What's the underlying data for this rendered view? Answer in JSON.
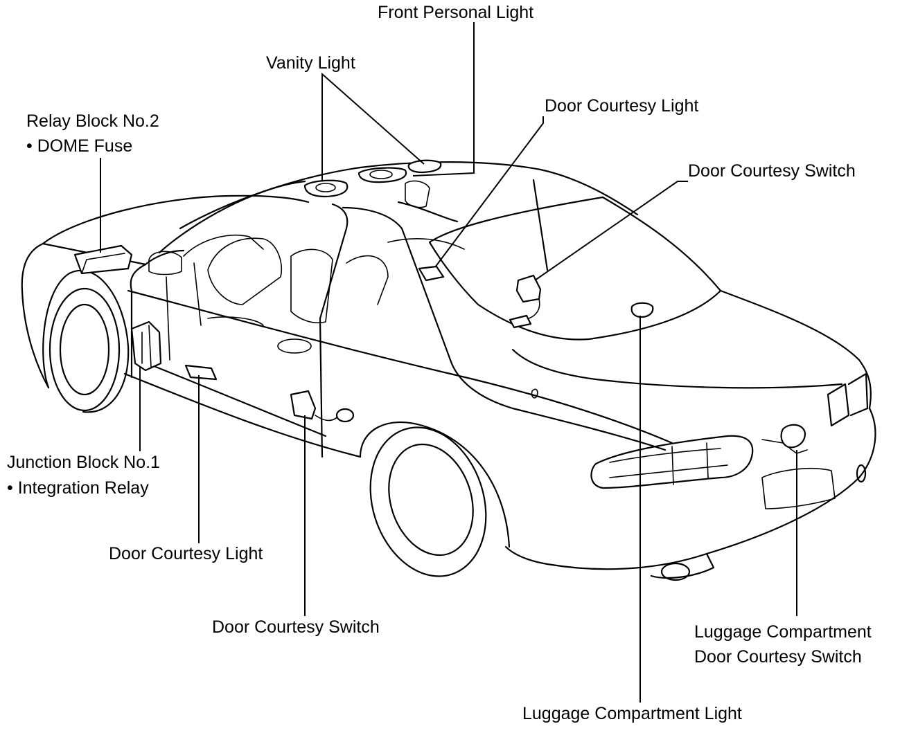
{
  "labels": {
    "front_personal_light": "Front Personal Light",
    "vanity_light": "Vanity Light",
    "door_courtesy_light_upper": "Door Courtesy Light",
    "door_courtesy_switch_upper": "Door Courtesy Switch",
    "relay_block_line1": "Relay Block No.2",
    "relay_block_line2": "• DOME Fuse",
    "junction_block_line1": "Junction Block No.1",
    "junction_block_line2": "• Integration Relay",
    "door_courtesy_light_lower": "Door Courtesy Light",
    "door_courtesy_switch_lower": "Door Courtesy Switch",
    "luggage_switch_line1": "Luggage Compartment",
    "luggage_switch_line2": "Door Courtesy Switch",
    "luggage_light": "Luggage Compartment Light"
  }
}
